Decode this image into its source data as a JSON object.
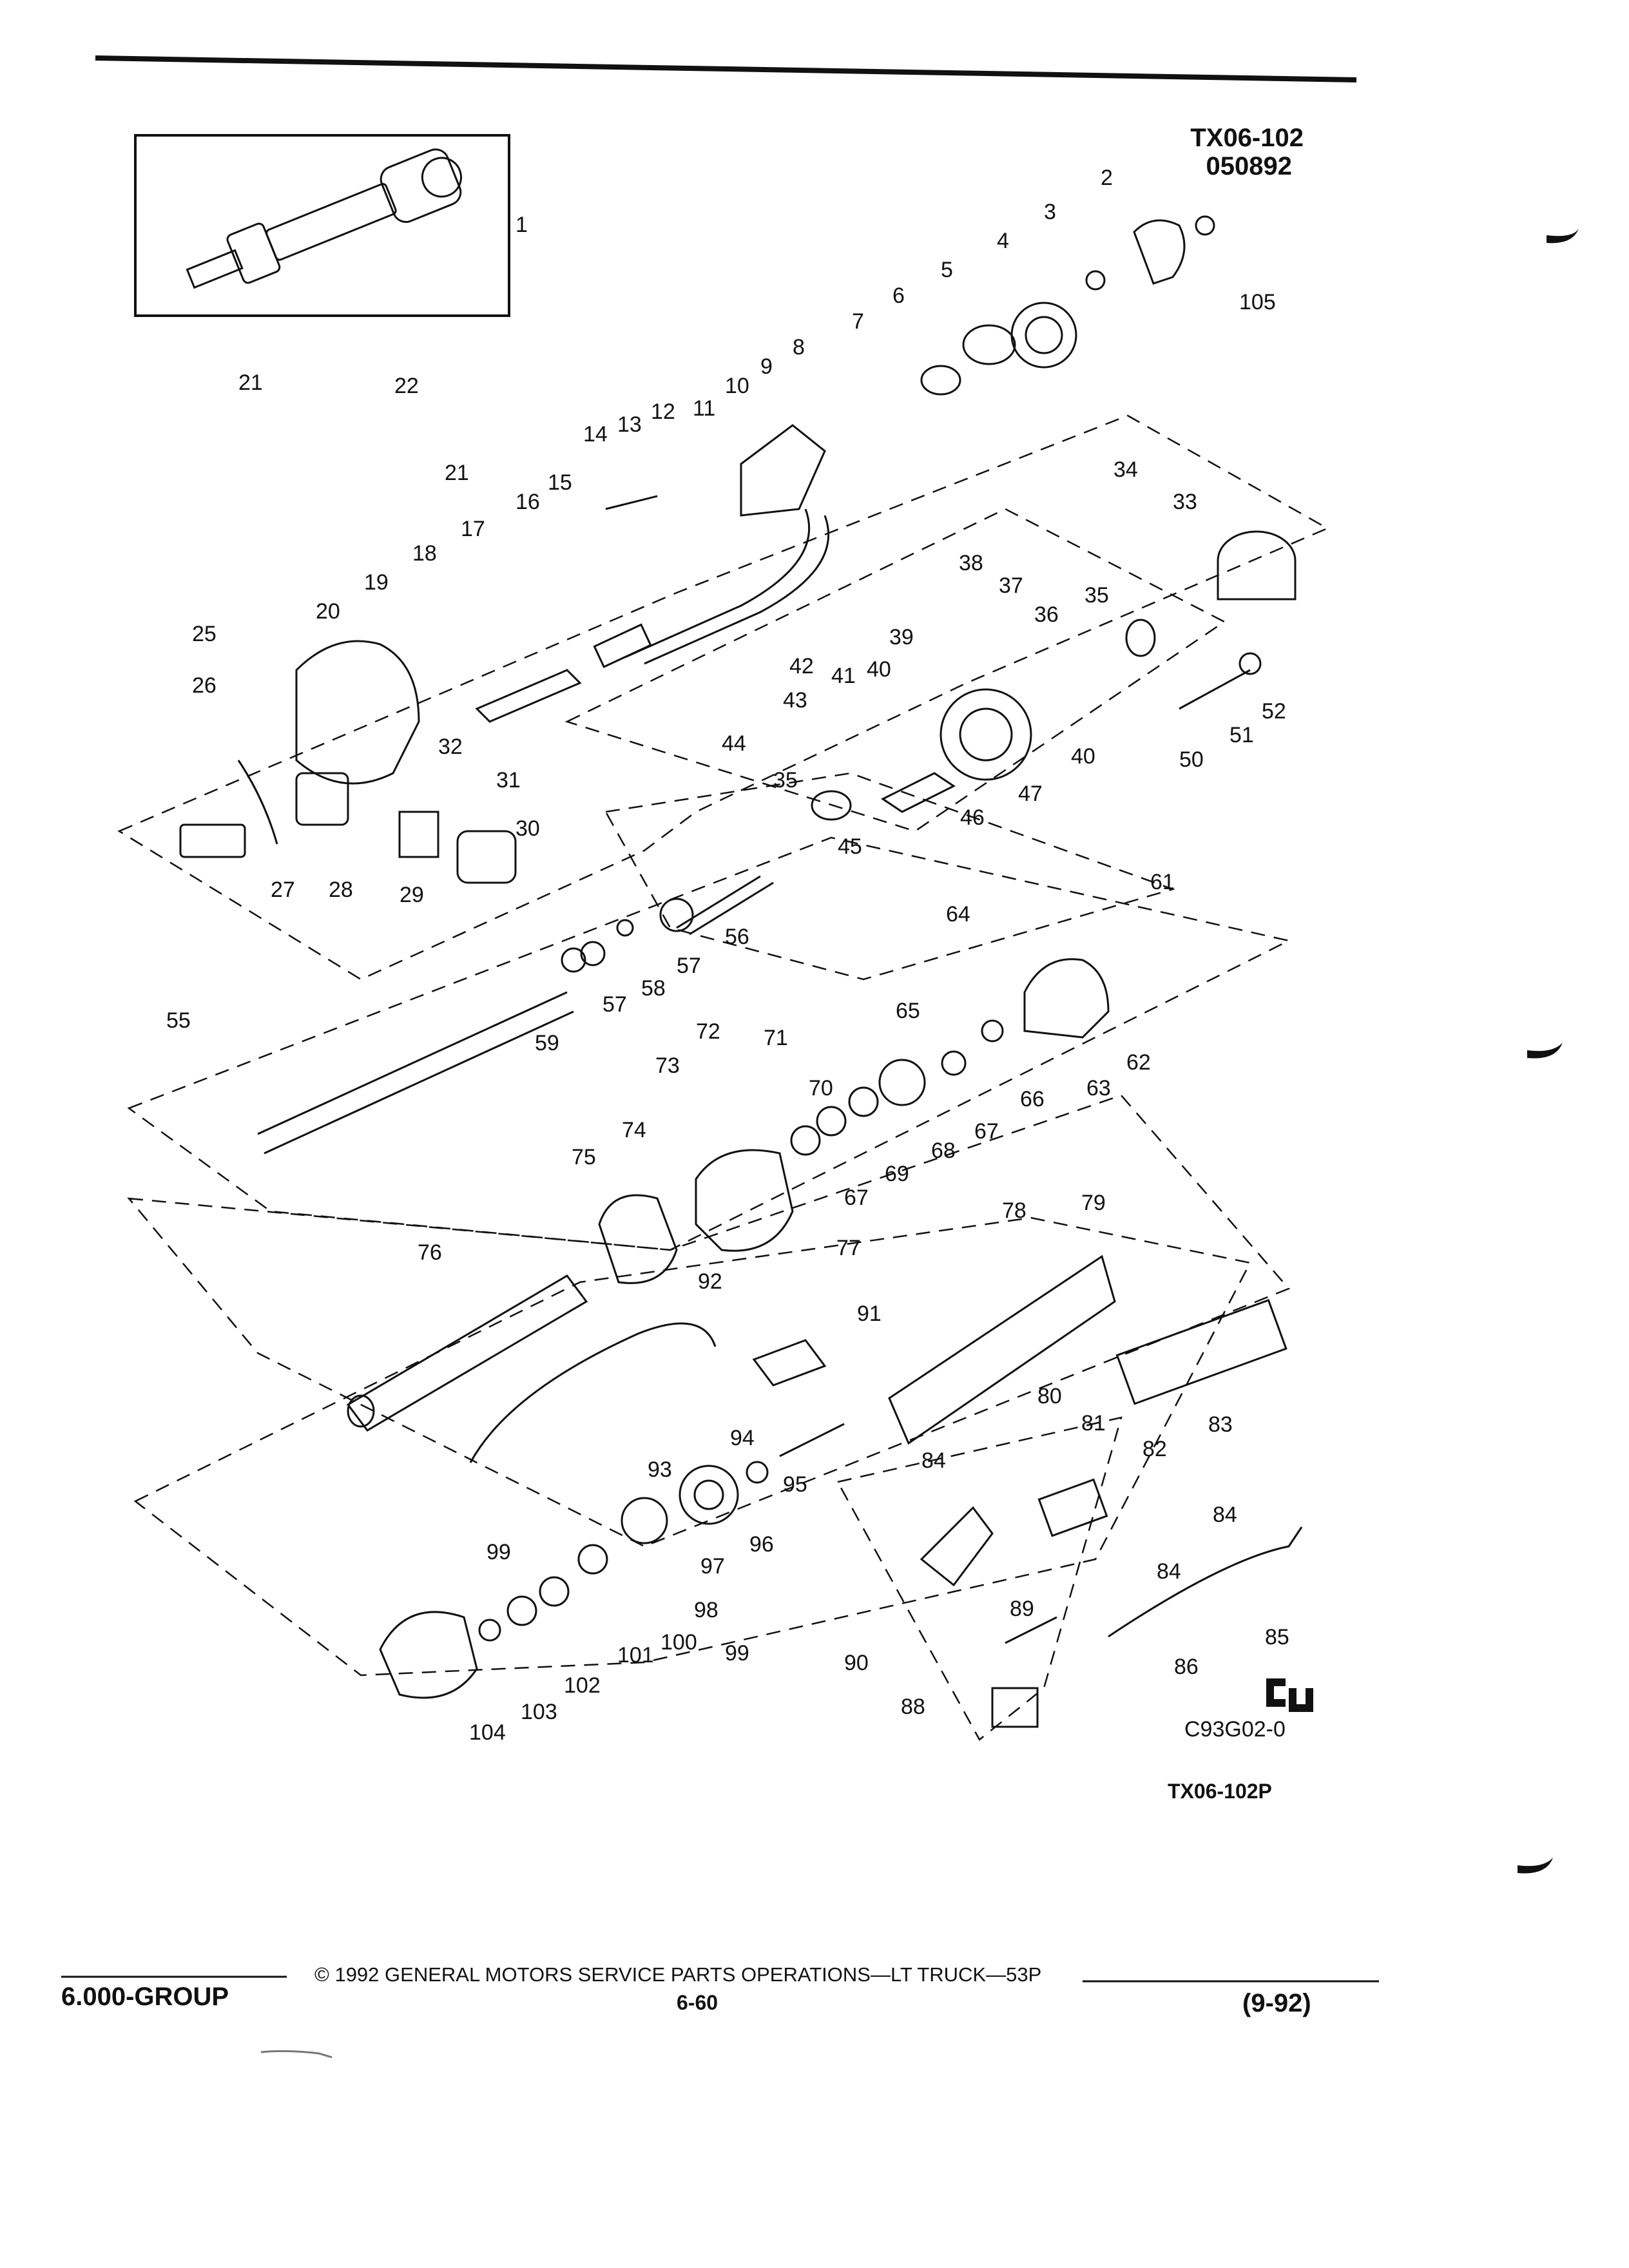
{
  "header": {
    "figure_code": "TX06-102",
    "date_code": "050892"
  },
  "figure": {
    "image_code": "C93G02-0",
    "figure_id": "TX06-102P",
    "logo_text": "GM service parts logo"
  },
  "footer": {
    "group": "6.000-GROUP",
    "copyright": "©  1992  GENERAL MOTORS SERVICE PARTS OPERATIONS—LT TRUCK—53P",
    "page": "6-60",
    "revision": "(9-92)"
  },
  "callouts": [
    "1",
    "2",
    "3",
    "4",
    "5",
    "6",
    "7",
    "8",
    "9",
    "10",
    "11",
    "12",
    "13",
    "14",
    "15",
    "16",
    "17",
    "18",
    "19",
    "20",
    "21",
    "21",
    "22",
    "25",
    "26",
    "27",
    "28",
    "29",
    "30",
    "31",
    "32",
    "33",
    "34",
    "35",
    "35",
    "36",
    "37",
    "38",
    "39",
    "40",
    "40",
    "41",
    "42",
    "43",
    "44",
    "45",
    "46",
    "47",
    "50",
    "51",
    "52",
    "55",
    "56",
    "57",
    "57",
    "58",
    "59",
    "61",
    "62",
    "63",
    "64",
    "65",
    "66",
    "67",
    "67",
    "68",
    "69",
    "70",
    "71",
    "72",
    "73",
    "74",
    "75",
    "76",
    "77",
    "78",
    "79",
    "80",
    "81",
    "82",
    "83",
    "84",
    "84",
    "84",
    "85",
    "86",
    "88",
    "89",
    "90",
    "91",
    "92",
    "93",
    "94",
    "95",
    "96",
    "97",
    "98",
    "99",
    "99",
    "100",
    "101",
    "102",
    "103",
    "104",
    "105"
  ],
  "colors": {
    "ink": "#111111",
    "paper": "#ffffff"
  }
}
